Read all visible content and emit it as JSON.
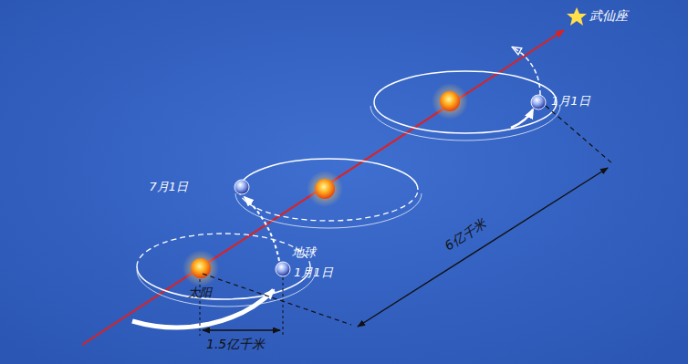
{
  "diagram": {
    "labels": [
      "武仙座",
      "1月1日",
      "7月1日",
      "地球",
      "1月1日",
      "太阳",
      "1.5亿千米",
      "6亿千米"
    ]
  }
}
